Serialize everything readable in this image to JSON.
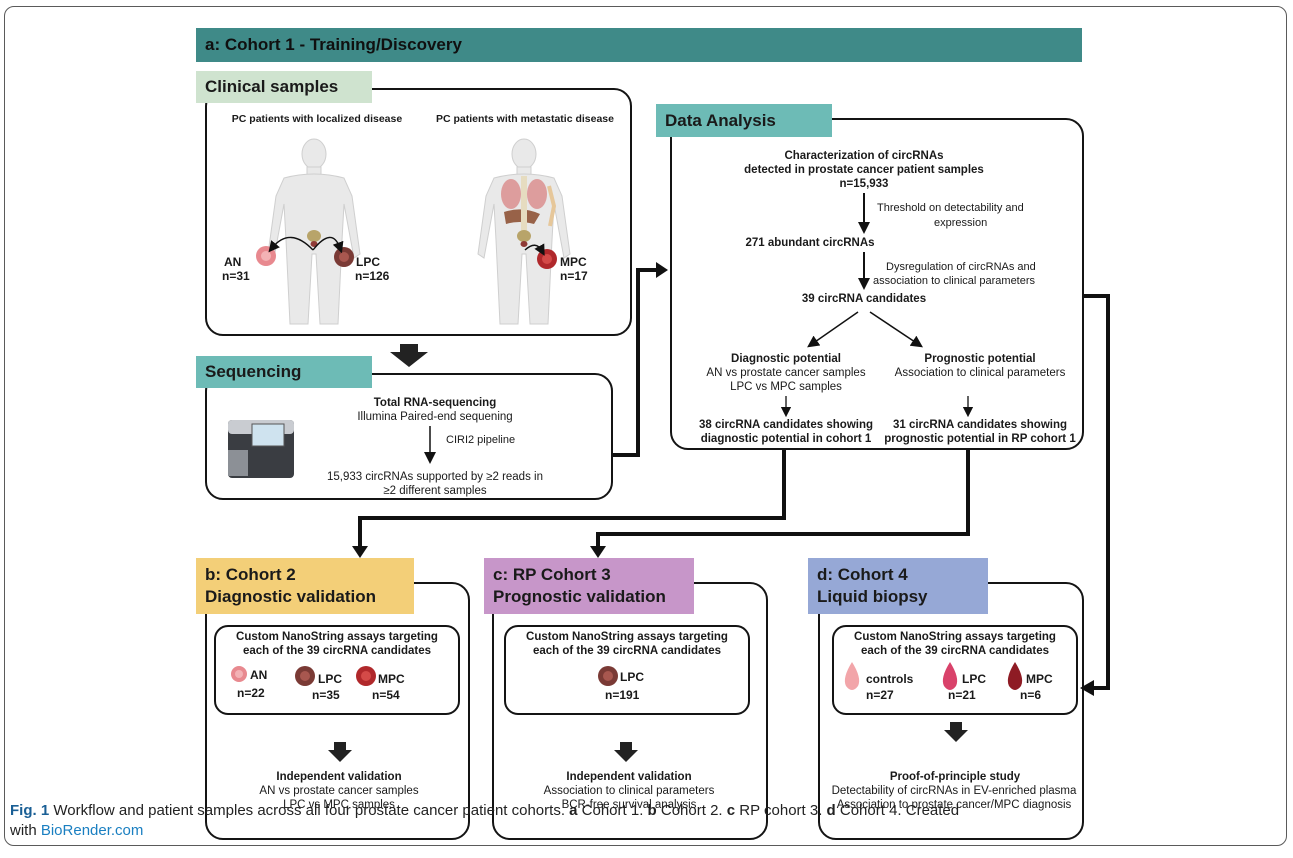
{
  "cohort1": {
    "title": "a: Cohort 1 - Training/Discovery"
  },
  "clinical": {
    "title": "Clinical samples",
    "localized_label": "PC patients with localized disease",
    "metastatic_label": "PC patients with metastatic disease",
    "an_label": "AN",
    "an_n": "n=31",
    "lpc_label": "LPC",
    "lpc_n": "n=126",
    "mpc_label": "MPC",
    "mpc_n": "n=17"
  },
  "sequencing": {
    "title": "Sequencing",
    "line1": "Total RNA-sequencing",
    "line2": "Illumina Paired-end sequening",
    "pipeline": "CIRI2 pipeline",
    "result1": "15,933 circRNAs supported by ≥2 reads in",
    "result2": "≥2 different samples"
  },
  "analysis": {
    "title": "Data Analysis",
    "char1": "Characterization of circRNAs",
    "char2": "detected  in prostate cancer patient samples",
    "char3": "n=15,933",
    "threshold1": "Threshold on detectability and",
    "threshold2": "expression",
    "abundant": "271 abundant circRNAs",
    "dysreg1": "Dysregulation of circRNAs and",
    "dysreg2": "association to clinical parameters",
    "candidates": "39 circRNA candidates",
    "diag_title": "Diagnostic potential",
    "diag1": "AN vs prostate cancer samples",
    "diag2": "LPC vs MPC samples",
    "diag_res1": "38 circRNA candidates showing",
    "diag_res2": "diagnostic potential in cohort 1",
    "prog_title": "Prognostic potential",
    "prog1": "Association to clinical parameters",
    "prog_res1": "31 circRNA candidates showing",
    "prog_res2": "prognostic potential in RP cohort 1"
  },
  "cohort2": {
    "title1": "b: Cohort 2",
    "title2": "Diagnostic validation",
    "assay1": "Custom NanoString assays targeting",
    "assay2": "each of the 39 circRNA candidates",
    "an_label": "AN",
    "an_n": "n=22",
    "lpc_label": "LPC",
    "lpc_n": "n=35",
    "mpc_label": "MPC",
    "mpc_n": "n=54",
    "val_title": "Independent validation",
    "val1": "AN vs prostate cancer samples",
    "val2": "LPC vs MPC samples"
  },
  "cohort3": {
    "title1": "c: RP Cohort 3",
    "title2": "Prognostic validation",
    "assay1": "Custom NanoString assays targeting",
    "assay2": "each of the 39 circRNA candidates",
    "lpc_label": "LPC",
    "lpc_n": "n=191",
    "val_title": "Independent validation",
    "val1": "Association to clinical parameters",
    "val2": "BCR-free survival analysis"
  },
  "cohort4": {
    "title1": "d: Cohort 4",
    "title2": "Liquid biopsy",
    "assay1": "Custom NanoString assays targeting",
    "assay2": "each of the 39 circRNA candidates",
    "ctrl_label": "controls",
    "ctrl_n": "n=27",
    "lpc_label": "LPC",
    "lpc_n": "n=21",
    "mpc_label": "MPC",
    "mpc_n": "n=6",
    "val_title": "Proof-of-principle study",
    "val1": "Detectability of circRNAs in EV-enriched plasma",
    "val2": "Association to prostate cancer/MPC diagnosis"
  },
  "caption": {
    "fig": "Fig. 1",
    "text1": " Workflow and patient samples across all four prostate cancer patient cohorts. ",
    "a": "a",
    "a_txt": " Cohort 1. ",
    "b": "b",
    "b_txt": " Cohort 2. ",
    "c": "c",
    "c_txt": " RP cohort 3. ",
    "d": "d",
    "d_txt": " Cohort 4. Created",
    "line2": "with ",
    "link": "BioRender.com"
  },
  "colors": {
    "teal": "#3f8a88",
    "teal_light": "#6dbbb6",
    "green_light": "#cfe3cf",
    "yellow": "#f3cf78",
    "purple": "#c796c9",
    "blue": "#96a8d6",
    "an_pink": "#e8898f",
    "lpc_brown": "#7a3a35",
    "mpc_red": "#b0282b",
    "drop_pink": "#f2a5a9",
    "drop_magenta": "#d9426a",
    "drop_dark": "#8e1b24"
  }
}
